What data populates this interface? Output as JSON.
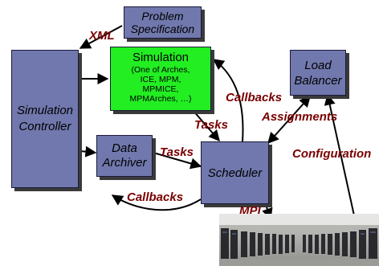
{
  "boxes": {
    "problem_spec": "Problem\nSpecification",
    "sim_controller": "Simulation\nController",
    "simulation_title": "Simulation",
    "simulation_detail": "(One of Arches,\nICE, MPM,\nMPMICE,\nMPMArches, …)",
    "load_balancer": "Load\nBalancer",
    "data_archiver": "Data\nArchiver",
    "scheduler": "Scheduler"
  },
  "labels": {
    "xml": "XML",
    "callbacks_top": "Callbacks",
    "assignments": "Assignments",
    "tasks_left": "Tasks",
    "tasks_mid": "Tasks",
    "configuration": "Configuration",
    "callbacks_bottom": "Callbacks",
    "mpi": "MPI"
  },
  "colors": {
    "box_fill": "#7078ad",
    "simulation_fill": "#22ee22",
    "label_text": "#7a0000"
  },
  "image": {
    "icon": "server-cluster-photo"
  }
}
